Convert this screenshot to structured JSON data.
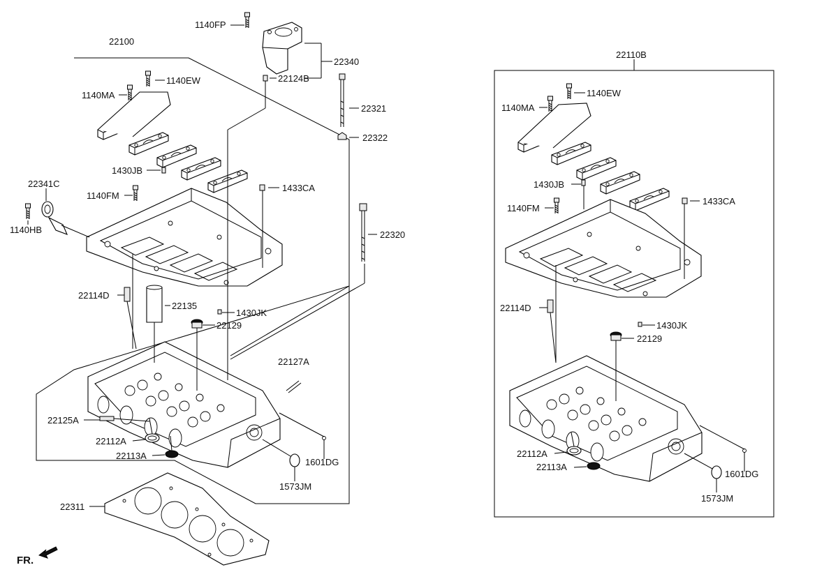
{
  "left_assembly": {
    "group_label": "22100",
    "callouts": {
      "c1140FP": "1140FP",
      "c22340": "22340",
      "c22124B": "22124B",
      "c1140EW": "1140EW",
      "c1140MA": "1140MA",
      "c22321": "22321",
      "c22322": "22322",
      "c1430JB": "1430JB",
      "c22341C": "22341C",
      "c1433CA": "1433CA",
      "c1140FM": "1140FM",
      "c1140HB": "1140HB",
      "c22320": "22320",
      "c22114D": "22114D",
      "c22135": "22135",
      "c1430JK": "1430JK",
      "c22129": "22129",
      "c22127A": "22127A",
      "c22125A": "22125A",
      "c22112A": "22112A",
      "c22113A": "22113A",
      "c1601DG": "1601DG",
      "c1573JM": "1573JM",
      "c22311": "22311"
    }
  },
  "right_assembly": {
    "group_label": "22110B",
    "callouts": {
      "c1140EW": "1140EW",
      "c1140MA": "1140MA",
      "c1430JB": "1430JB",
      "c1433CA": "1433CA",
      "c1140FM": "1140FM",
      "c22114D": "22114D",
      "c1430JK": "1430JK",
      "c22129": "22129",
      "c22112A": "22112A",
      "c22113A": "22113A",
      "c1601DG": "1601DG",
      "c1573JM": "1573JM"
    }
  },
  "front_indicator": "FR."
}
